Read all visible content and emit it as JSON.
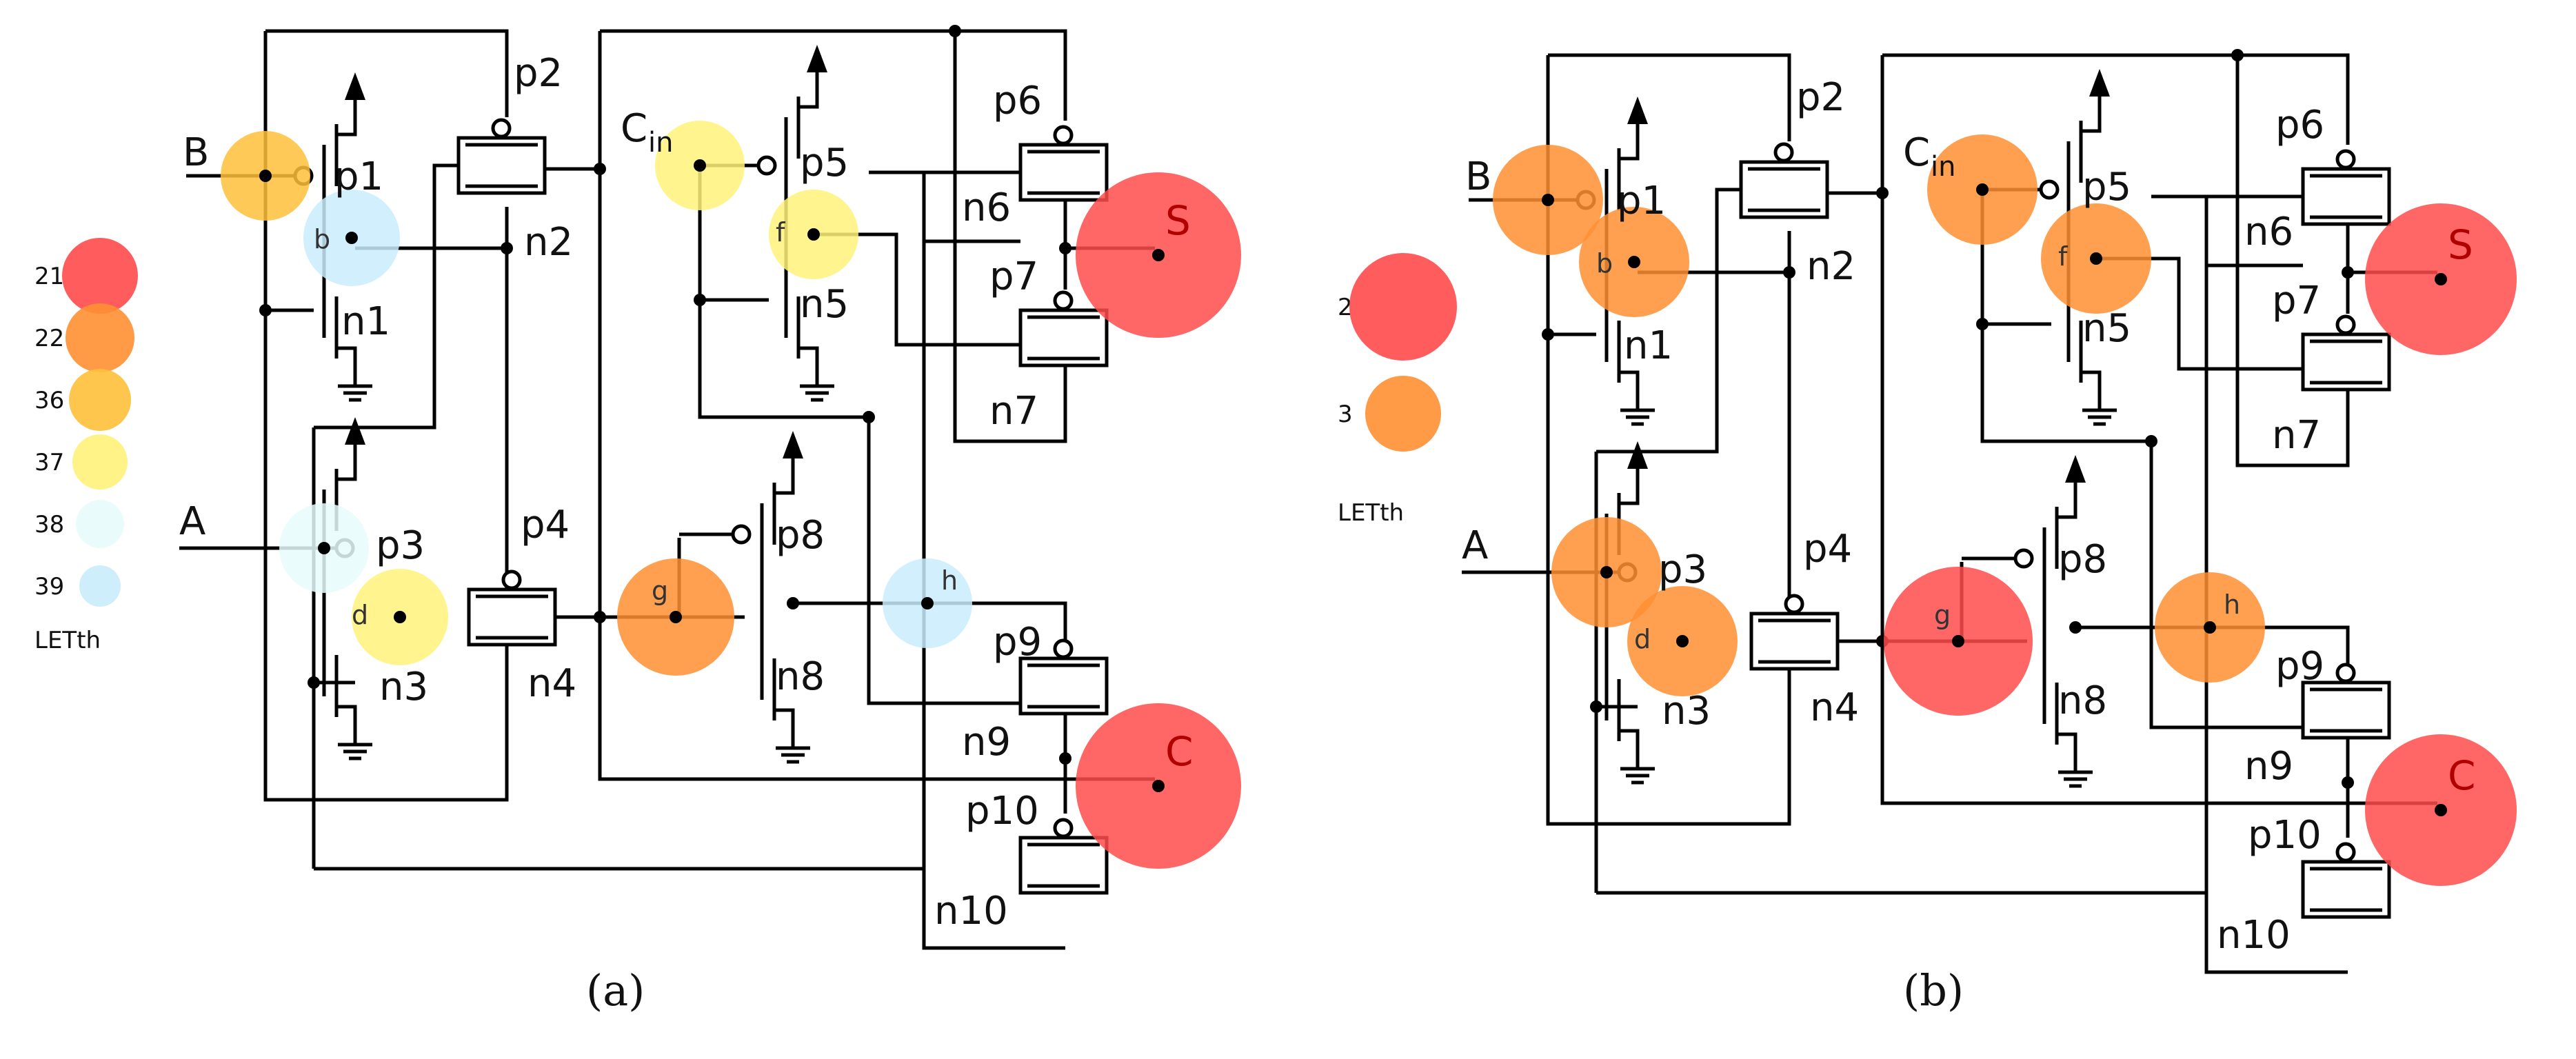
{
  "colors": {
    "wire": "#000000",
    "let_21": "#ff4b4b",
    "let_22": "#ff8f33",
    "let_36": "#ffc03a",
    "let_37": "#fff27a",
    "let_38": "#e8fbfb",
    "let_39": "#c9ecfb",
    "let_2": "#ff4b4b",
    "let_3": "#ff8f33"
  },
  "legend_a": {
    "title": "LETth",
    "items": [
      {
        "label": "21",
        "color_key": "let_21"
      },
      {
        "label": "22",
        "color_key": "let_22"
      },
      {
        "label": "36",
        "color_key": "let_36"
      },
      {
        "label": "37",
        "color_key": "let_37"
      },
      {
        "label": "38",
        "color_key": "let_38"
      },
      {
        "label": "39",
        "color_key": "let_39"
      }
    ]
  },
  "legend_b": {
    "title": "LETth",
    "items": [
      {
        "label": "2",
        "color_key": "let_2"
      },
      {
        "label": "3",
        "color_key": "let_3"
      }
    ]
  },
  "captions": {
    "a": "(a)",
    "b": "(b)"
  },
  "inputs": {
    "A": "A",
    "B": "B",
    "Cin_main": "C",
    "Cin_sub": "in"
  },
  "outputs": {
    "S": "S",
    "C": "C"
  },
  "transistor_labels": {
    "p1": "p1",
    "n1": "n1",
    "p2": "p2",
    "n2": "n2",
    "p3": "p3",
    "n3": "n3",
    "p4": "p4",
    "n4": "n4",
    "p5": "p5",
    "n5": "n5",
    "p6": "p6",
    "n6": "n6",
    "p7": "p7",
    "n7": "n7",
    "p8": "p8",
    "n8": "n8",
    "p9": "p9",
    "n9": "n9",
    "p10": "p10",
    "n10": "n10"
  },
  "node_labels": {
    "b": "b",
    "d": "d",
    "f": "f",
    "g": "g",
    "h": "h",
    "in": "in",
    "S": "S",
    "C": "C"
  },
  "panel_a_nodes": [
    {
      "node": "B",
      "let": "36"
    },
    {
      "node": "b",
      "let": "39"
    },
    {
      "node": "A",
      "let": "38"
    },
    {
      "node": "d",
      "let": "37"
    },
    {
      "node": "in",
      "let": "37"
    },
    {
      "node": "f",
      "let": "37"
    },
    {
      "node": "g",
      "let": "22"
    },
    {
      "node": "h",
      "let": "39"
    },
    {
      "node": "S",
      "let": "21"
    },
    {
      "node": "C",
      "let": "21"
    }
  ],
  "panel_b_nodes": [
    {
      "node": "B",
      "let": "3"
    },
    {
      "node": "b",
      "let": "3"
    },
    {
      "node": "A",
      "let": "3"
    },
    {
      "node": "d",
      "let": "3"
    },
    {
      "node": "in",
      "let": "3"
    },
    {
      "node": "f",
      "let": "3"
    },
    {
      "node": "g",
      "let": "2"
    },
    {
      "node": "h",
      "let": "3"
    },
    {
      "node": "S",
      "let": "2"
    },
    {
      "node": "C",
      "let": "2"
    }
  ]
}
